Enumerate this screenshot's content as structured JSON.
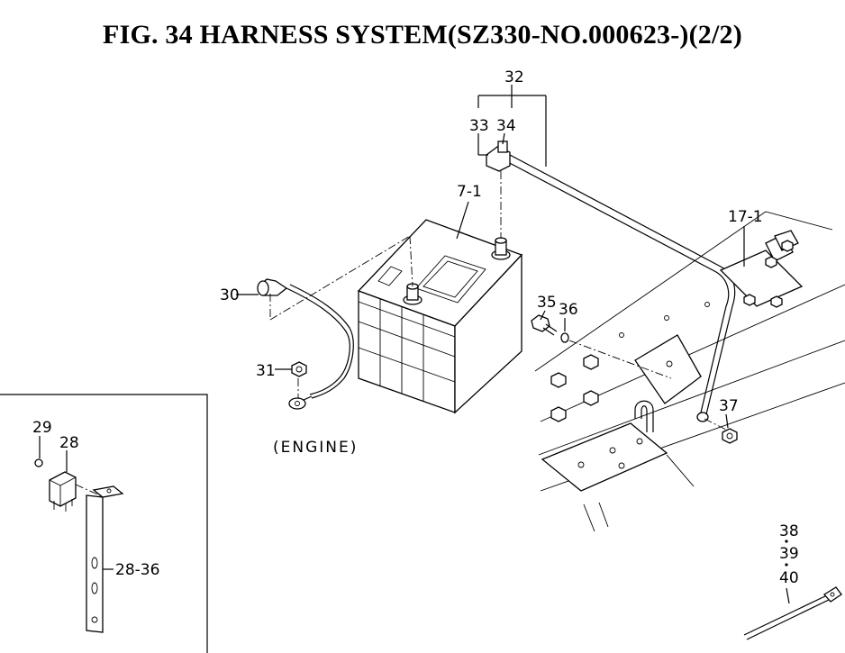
{
  "title": "FIG. 34  HARNESS SYSTEM(SZ330-NO.000623-)(2/2)",
  "callouts": {
    "c32": "32",
    "c33": "33",
    "c34": "34",
    "c7_1": "7-1",
    "c17_1": "17-1",
    "c30": "30",
    "c35": "35",
    "c36": "36",
    "c31": "31",
    "c37": "37",
    "engine": "(ENGINE)",
    "c29": "29",
    "c28": "28",
    "c28_36": "28-36",
    "c38": "38",
    "c39": "39",
    "c40": "40"
  }
}
